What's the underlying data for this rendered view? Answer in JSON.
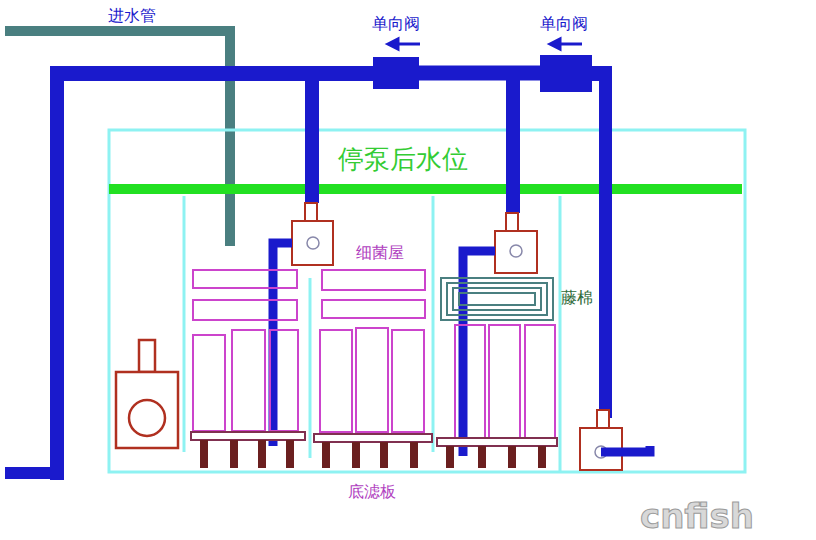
{
  "diagram": {
    "nodes": [
      {
        "text": [
          "单向阀"
        ]
      },
      {
        "text": [
          "单向阀"
        ]
      },
      {
        "text": [
          "藤棉"
        ]
      }
    ],
    "edges": [
      {
        "from": 1,
        "to": 0,
        "arrow": "none"
      }
    ],
    "labels": [
      "进水管",
      "停泵后水位",
      "细菌屋",
      "底滤板",
      "cnfish"
    ]
  }
}
